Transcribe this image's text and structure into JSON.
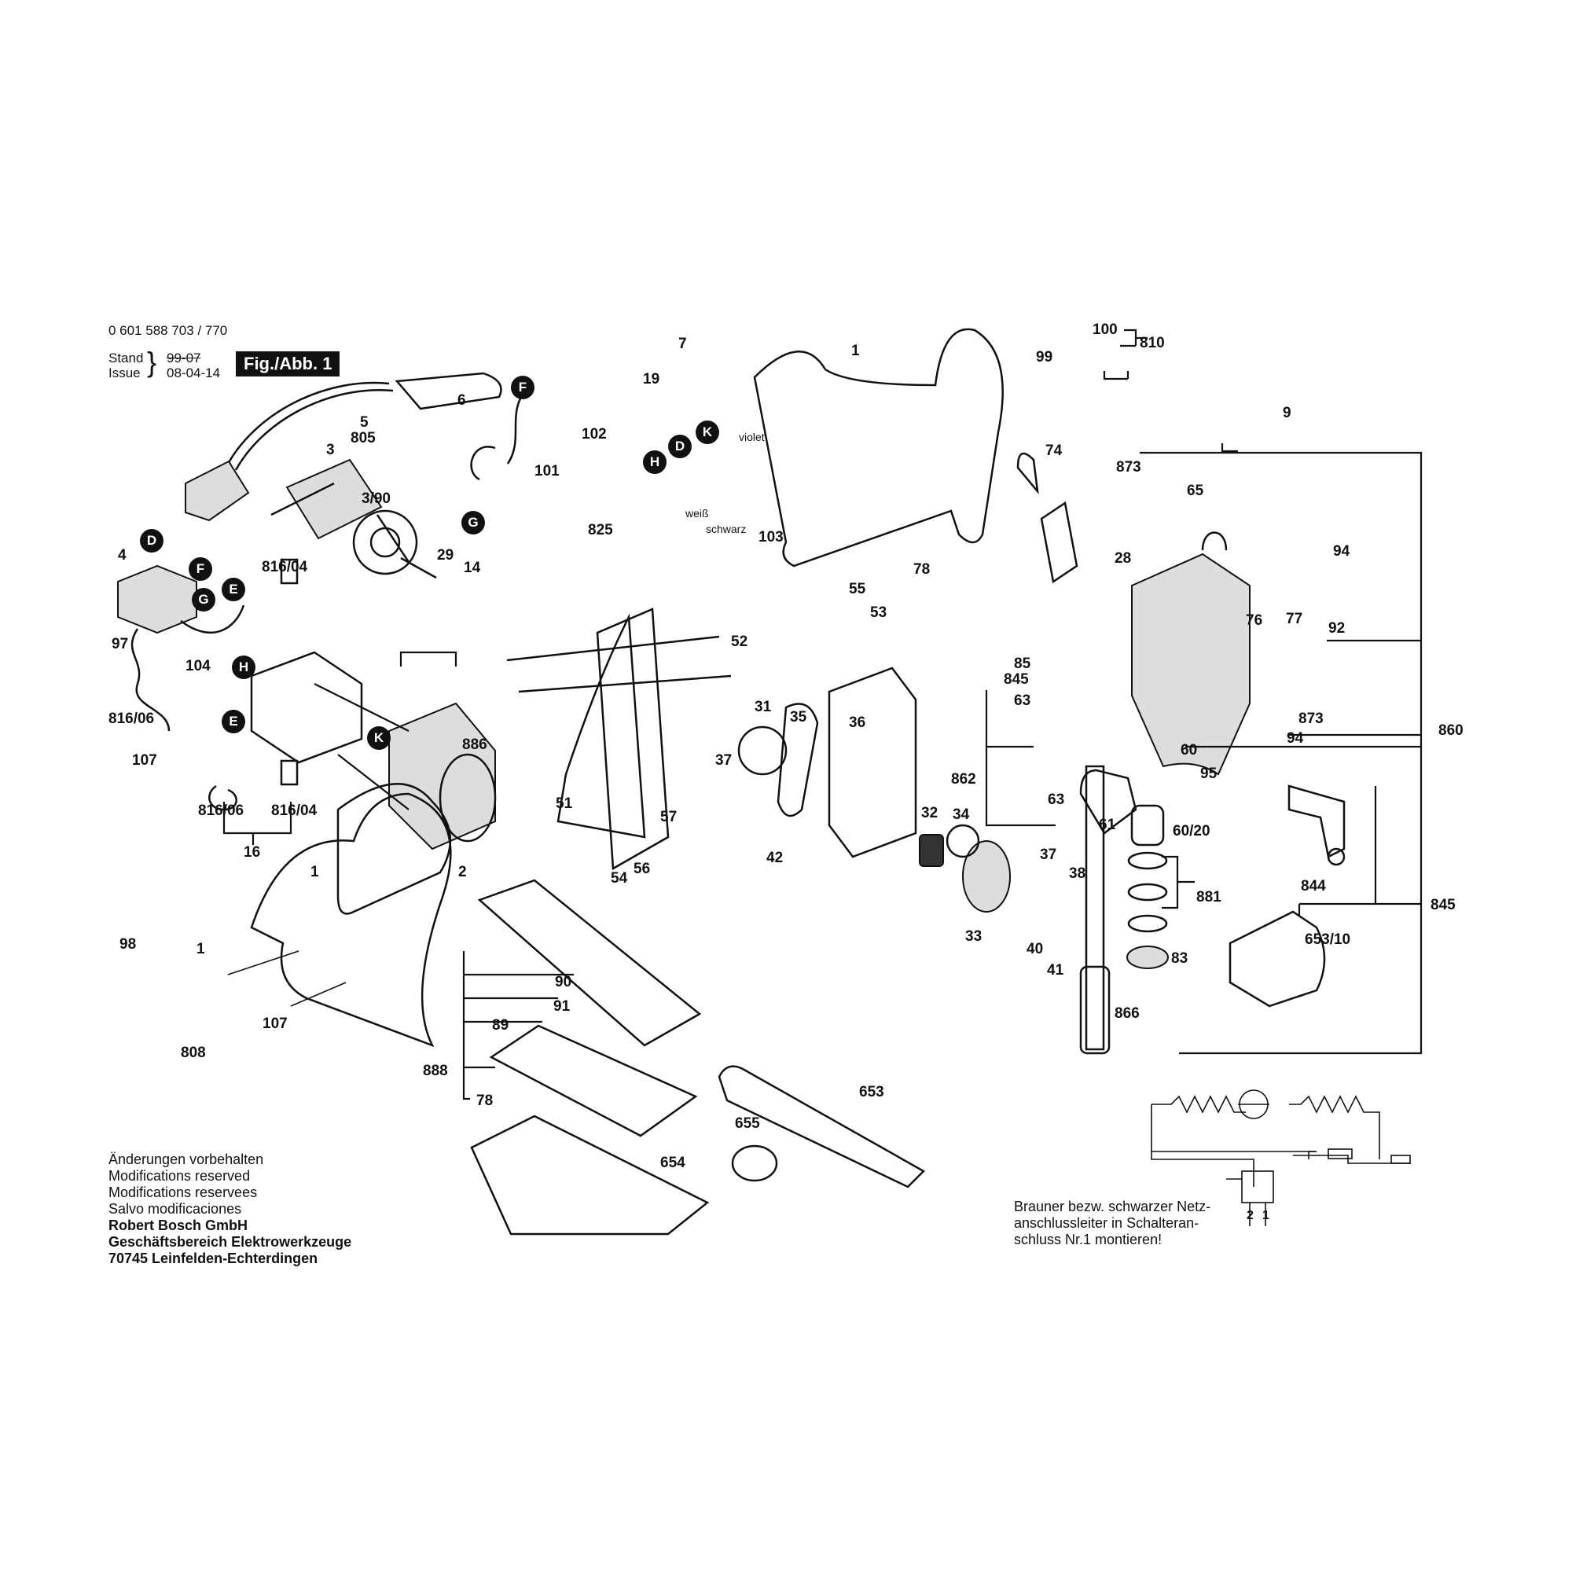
{
  "header": {
    "doc_number": "0 601 588 703 / 770",
    "stand_label": "Stand",
    "issue_label": "Issue",
    "stand_value": "99-07",
    "issue_value": "08-04-14",
    "figure_label": "Fig./Abb. 1"
  },
  "part_labels": {
    "p7": "7",
    "p1_top": "1",
    "p100": "100",
    "p810": "810",
    "p99": "99",
    "p19": "19",
    "p102": "102",
    "p101": "101",
    "p6": "6",
    "p5": "5",
    "p805": "805",
    "p3": "3",
    "p3_90": "3/90",
    "p9": "9",
    "p74": "74",
    "p873_top": "873",
    "p65": "65",
    "p103": "103",
    "p825": "825",
    "p28": "28",
    "p4": "4",
    "p816_04_top": "816/04",
    "p29": "29",
    "p14": "14",
    "p94_top": "94",
    "p55": "55",
    "p78_top": "78",
    "p53": "53",
    "p76": "76",
    "p77": "77",
    "p92": "92",
    "p97": "97",
    "p104": "104",
    "p52": "52",
    "p85": "85",
    "p845_mid": "845",
    "p816_06_top": "816/06",
    "p886": "886",
    "p63_top": "63",
    "p873_right": "873",
    "p860": "860",
    "p31": "31",
    "p35": "35",
    "p36": "36",
    "p107_top": "107",
    "p37_mid": "37",
    "p94_right": "94",
    "p60": "60",
    "p862": "862",
    "p95": "95",
    "p51": "51",
    "p57": "57",
    "p32": "32",
    "p34": "34",
    "p63_low": "63",
    "p816_06_bot": "816/06",
    "p816_04_bot": "816/04",
    "p61": "61",
    "p60_20": "60/20",
    "p2": "2",
    "p16": "16",
    "p42": "42",
    "p54": "54",
    "p56": "56",
    "p37_low": "37",
    "p38": "38",
    "p844": "844",
    "p881": "881",
    "p845_right": "845",
    "p98": "98",
    "p1_left": "1",
    "p1_cover": "1",
    "p33": "33",
    "p40": "40",
    "p83": "83",
    "p41": "41",
    "p653_10": "653/10",
    "p90": "90",
    "p91": "91",
    "p107_bot": "107",
    "p808": "808",
    "p866": "866",
    "p89": "89",
    "p888": "888",
    "p653": "653",
    "p78_bot": "78",
    "p655": "655",
    "p654": "654"
  },
  "wire_letters": {
    "F1": "F",
    "G1": "G",
    "K1": "K",
    "D1": "D",
    "H1": "H",
    "D2": "D",
    "F2": "F",
    "E1": "E",
    "G2": "G",
    "H2": "H",
    "E2": "E",
    "K2": "K"
  },
  "wire_colors": {
    "violet": "violet",
    "weiss": "weiß",
    "schwarz": "schwarz"
  },
  "schematic_terminals": {
    "t2": "2",
    "t1": "1"
  },
  "footer_notes": {
    "line1": "Änderungen vorbehalten",
    "line2": "Modifications reserved",
    "line3": "Modifications reservees",
    "line4": "Salvo modificaciones",
    "company": "Robert Bosch GmbH",
    "division": "Geschäftsbereich Elektrowerkzeuge",
    "address": "70745 Leinfelden-Echterdingen"
  },
  "wiring_note": {
    "line1": "Brauner bezw. schwarzer Netz-",
    "line2": "anschlussleiter in Schalteran-",
    "line3": "schluss Nr.1 montieren!"
  }
}
